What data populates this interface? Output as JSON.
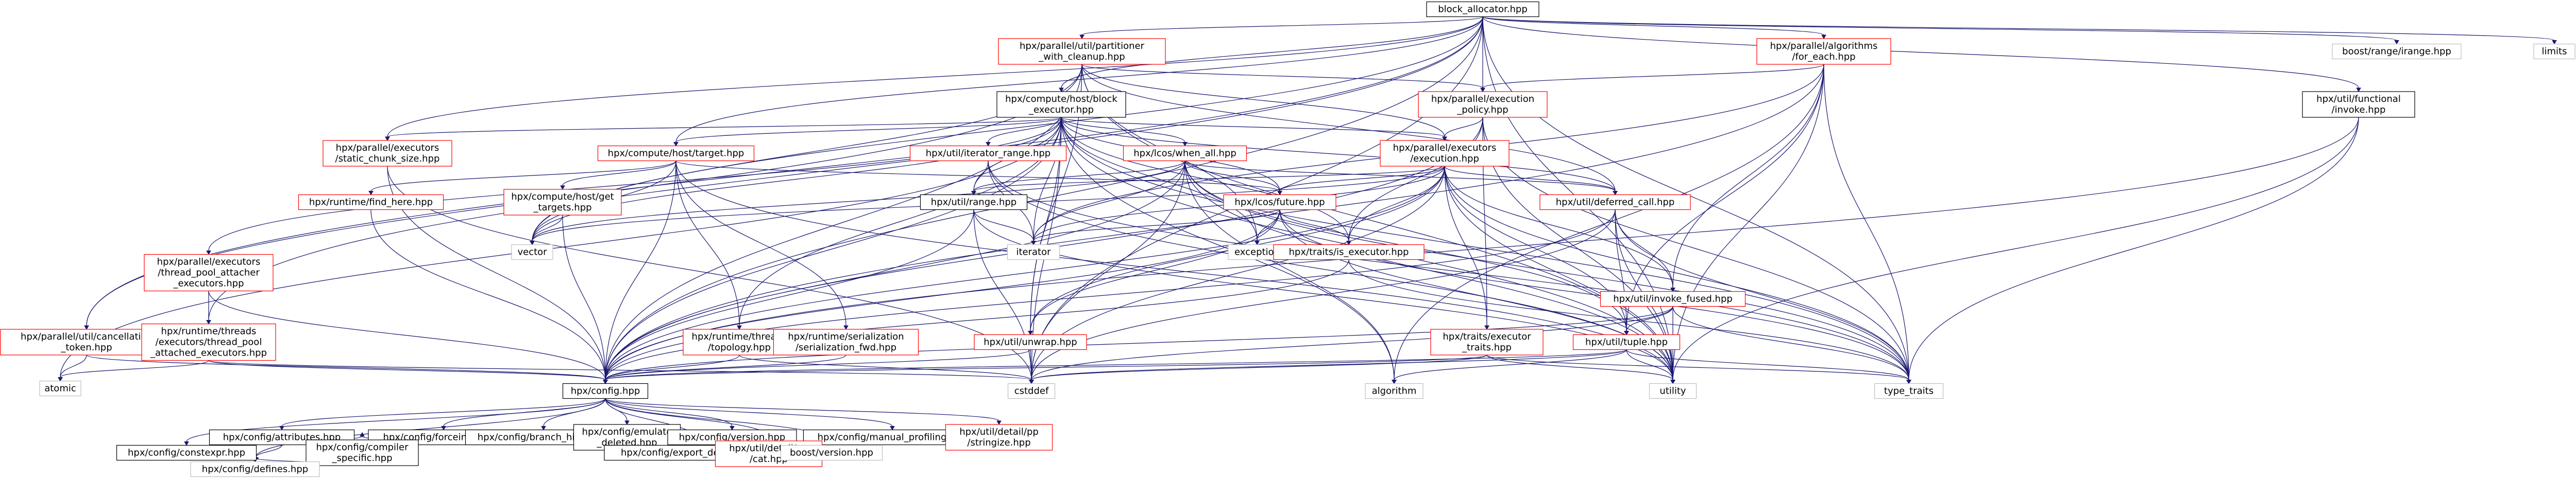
{
  "colors": {
    "edge": "#191970",
    "root_fill": "#bfbfbf",
    "root_stroke": "#000000",
    "red_stroke": "#ff0000",
    "black_stroke": "#000000",
    "plain_stroke": "#bfbfbf"
  },
  "nodes": [
    {
      "id": "block_allocator",
      "lines": [
        "block_allocator.hpp"
      ],
      "style": "root"
    },
    {
      "id": "parallel_util_partitioner",
      "lines": [
        "hpx/parallel/util/partitioner",
        "_with_cleanup.hpp"
      ],
      "style": "red"
    },
    {
      "id": "parallel_algorithms_for_each",
      "lines": [
        "hpx/parallel/algorithms",
        "/for_each.hpp"
      ],
      "style": "red"
    },
    {
      "id": "boost_range",
      "lines": [
        "boost/range/irange.hpp"
      ],
      "style": "plain"
    },
    {
      "id": "limits",
      "lines": [
        "limits"
      ],
      "style": "plain"
    },
    {
      "id": "compute_host_block",
      "lines": [
        "hpx/compute/host/block",
        "_executor.hpp"
      ],
      "style": "black"
    },
    {
      "id": "parallel_execution_policy",
      "lines": [
        "hpx/parallel/execution",
        "_policy.hpp"
      ],
      "style": "red"
    },
    {
      "id": "util_functional_invoke",
      "lines": [
        "hpx/util/functional",
        "/invoke.hpp"
      ],
      "style": "black"
    },
    {
      "id": "parallel_executors_static",
      "lines": [
        "hpx/parallel/executors",
        "/static_chunk_size.hpp"
      ],
      "style": "red"
    },
    {
      "id": "compute_host_target",
      "lines": [
        "hpx/compute/host/target.hpp"
      ],
      "style": "red"
    },
    {
      "id": "util_iterator_range",
      "lines": [
        "hpx/util/iterator_range.hpp"
      ],
      "style": "red"
    },
    {
      "id": "lcos_when_all",
      "lines": [
        "hpx/lcos/when_all.hpp"
      ],
      "style": "red"
    },
    {
      "id": "parallel_executors_execution",
      "lines": [
        "hpx/parallel/executors",
        "/execution.hpp"
      ],
      "style": "red"
    },
    {
      "id": "runtime_find_here",
      "lines": [
        "hpx/runtime/find_here.hpp"
      ],
      "style": "red"
    },
    {
      "id": "compute_host_get_targets",
      "lines": [
        "hpx/compute/host/get",
        "_targets.hpp"
      ],
      "style": "red"
    },
    {
      "id": "util_range",
      "lines": [
        "hpx/util/range.hpp"
      ],
      "style": "black"
    },
    {
      "id": "lcos_future",
      "lines": [
        "hpx/lcos/future.hpp"
      ],
      "style": "red"
    },
    {
      "id": "util_deferred_call",
      "lines": [
        "hpx/util/deferred_call.hpp"
      ],
      "style": "red"
    },
    {
      "id": "vector",
      "lines": [
        "vector"
      ],
      "style": "plain"
    },
    {
      "id": "iterator",
      "lines": [
        "iterator"
      ],
      "style": "plain"
    },
    {
      "id": "exception",
      "lines": [
        "exception"
      ],
      "style": "plain"
    },
    {
      "id": "traits_is_executor",
      "lines": [
        "hpx/traits/is_executor.hpp"
      ],
      "style": "red"
    },
    {
      "id": "parallel_executors_thread_pool",
      "lines": [
        "hpx/parallel/executors",
        "/thread_pool_attacher",
        "_executors.hpp"
      ],
      "style": "red"
    },
    {
      "id": "util_invoke_fused",
      "lines": [
        "hpx/util/invoke_fused.hpp"
      ],
      "style": "red"
    },
    {
      "id": "parallel_util_cancellation",
      "lines": [
        "hpx/parallel/util/cancellation",
        "_token.hpp"
      ],
      "style": "red"
    },
    {
      "id": "runtime_threads_thread_pool",
      "lines": [
        "hpx/runtime/threads",
        "/executors/thread_pool",
        "_attached_executors.hpp"
      ],
      "style": "red"
    },
    {
      "id": "runtime_threads_topology",
      "lines": [
        "hpx/runtime/threads",
        "/topology.hpp"
      ],
      "style": "red"
    },
    {
      "id": "runtime_serialization",
      "lines": [
        "hpx/runtime/serialization",
        "/serialization_fwd.hpp"
      ],
      "style": "red"
    },
    {
      "id": "util_unwrap",
      "lines": [
        "hpx/util/unwrap.hpp"
      ],
      "style": "red"
    },
    {
      "id": "traits_executor_traits",
      "lines": [
        "hpx/traits/executor",
        "_traits.hpp"
      ],
      "style": "red"
    },
    {
      "id": "util_tuple",
      "lines": [
        "hpx/util/tuple.hpp"
      ],
      "style": "red"
    },
    {
      "id": "atomic",
      "lines": [
        "atomic"
      ],
      "style": "plain"
    },
    {
      "id": "config",
      "lines": [
        "hpx/config.hpp"
      ],
      "style": "black"
    },
    {
      "id": "cstddef",
      "lines": [
        "cstddef"
      ],
      "style": "plain"
    },
    {
      "id": "algorithm",
      "lines": [
        "algorithm"
      ],
      "style": "plain"
    },
    {
      "id": "utility",
      "lines": [
        "utility"
      ],
      "style": "plain"
    },
    {
      "id": "type_traits",
      "lines": [
        "type_traits"
      ],
      "style": "plain"
    },
    {
      "id": "config_attributes",
      "lines": [
        "hpx/config/attributes.hpp"
      ],
      "style": "black"
    },
    {
      "id": "config_forceinline",
      "lines": [
        "hpx/config/forceinline.hpp"
      ],
      "style": "black"
    },
    {
      "id": "config_branch_hints",
      "lines": [
        "hpx/config/branch_hints.hpp"
      ],
      "style": "black"
    },
    {
      "id": "config_emulate_deleted",
      "lines": [
        "hpx/config/emulate",
        "_deleted.hpp"
      ],
      "style": "black"
    },
    {
      "id": "config_version",
      "lines": [
        "hpx/config/version.hpp"
      ],
      "style": "black"
    },
    {
      "id": "config_manual_profiling",
      "lines": [
        "hpx/config/manual_profiling.hpp"
      ],
      "style": "black"
    },
    {
      "id": "util_detail_pp_stringize",
      "lines": [
        "hpx/util/detail/pp",
        "/stringize.hpp"
      ],
      "style": "red"
    },
    {
      "id": "config_constexpr",
      "lines": [
        "hpx/config/constexpr.hpp"
      ],
      "style": "black"
    },
    {
      "id": "config_compiler_specific",
      "lines": [
        "hpx/config/compiler",
        "_specific.hpp"
      ],
      "style": "black"
    },
    {
      "id": "config_export_definitions",
      "lines": [
        "hpx/config/export_definitions.hpp"
      ],
      "style": "black"
    },
    {
      "id": "util_detail_pp_cat",
      "lines": [
        "hpx/util/detail/pp",
        "/cat.hpp"
      ],
      "style": "red"
    },
    {
      "id": "boost_version",
      "lines": [
        "boost/version.hpp"
      ],
      "style": "plain"
    },
    {
      "id": "config_defines",
      "lines": [
        "hpx/config/defines.hpp"
      ],
      "style": "plain"
    }
  ]
}
